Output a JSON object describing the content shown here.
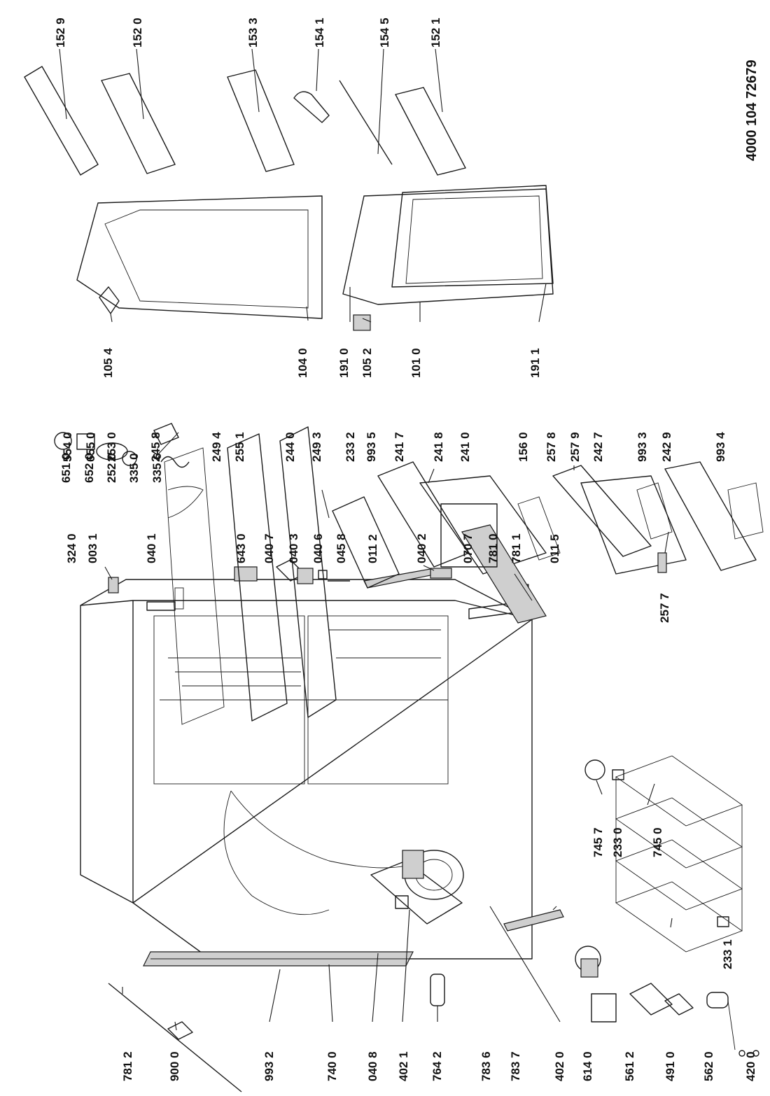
{
  "document_code": "4000 104 72679",
  "labels": {
    "c01": [
      "781 2",
      "900 0",
      "993 2",
      "740 0",
      "040 8",
      "402 1",
      "764 2",
      "783 6",
      "783 7",
      "402 0",
      "614 0",
      "561 2",
      "491 0",
      "562 0",
      "420 0"
    ],
    "c02": [
      "324 0",
      "003 1",
      "040 1",
      "643 0",
      "040 7",
      "040 3",
      "040 6",
      "045 8",
      "011 2",
      "040 2",
      "070 7",
      "781 0",
      "781 1",
      "011 5"
    ],
    "c03": [
      "745 7",
      "233 0",
      "745 0",
      "233 1"
    ],
    "c04": [
      "651 0",
      "652 0",
      "252 0",
      "335 0",
      "335 6"
    ],
    "c05": [
      "554 0",
      "655 0",
      "253 0",
      "245 8",
      "249 4",
      "255 1",
      "244 0",
      "249 3",
      "233 2",
      "993 5",
      "241 7",
      "241 8",
      "241 0",
      "156 0",
      "257 8",
      "257 9",
      "242 7",
      "993 3",
      "242 9",
      "993 4"
    ],
    "c06": [
      "257 7"
    ],
    "c07": [
      "105 4",
      "104 0",
      "191 0",
      "105 2",
      "101 0",
      "191 1"
    ],
    "c08": [
      "152 9",
      "152 0",
      "153 3",
      "154 1",
      "154 5",
      "152 1"
    ]
  }
}
